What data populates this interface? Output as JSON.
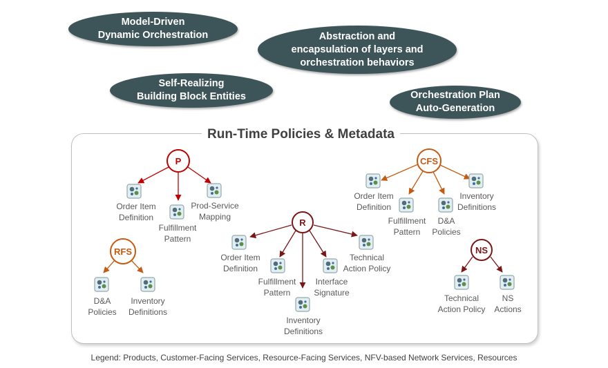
{
  "pills": [
    {
      "id": "model-driven",
      "lines": [
        "Model-Driven",
        "Dynamic Orchestration"
      ]
    },
    {
      "id": "abstraction",
      "lines": [
        "Abstraction and",
        "encapsulation of layers and",
        "orchestration behaviors"
      ]
    },
    {
      "id": "self-realizing",
      "lines": [
        "Self-Realizing",
        "Building Block Entities"
      ]
    },
    {
      "id": "orchestration-plan",
      "lines": [
        "Orchestration Plan",
        "Auto-Generation"
      ]
    }
  ],
  "frame_title": "Run-Time Policies & Metadata",
  "trees": [
    {
      "id": "p",
      "label": "P",
      "color": "#c00000",
      "children": [
        {
          "id": "order-item-definition",
          "lines": [
            "Order Item",
            "Definition"
          ]
        },
        {
          "id": "fulfillment-pattern",
          "lines": [
            "Fulfillment",
            "Pattern"
          ]
        },
        {
          "id": "prod-service-mapping",
          "lines": [
            "Prod-Service",
            "Mapping"
          ]
        }
      ]
    },
    {
      "id": "cfs",
      "label": "CFS",
      "color": "#c55a11",
      "children": [
        {
          "id": "order-item-definition",
          "lines": [
            "Order Item",
            "Definition"
          ]
        },
        {
          "id": "fulfillment-pattern",
          "lines": [
            "Fulfillment",
            "Pattern"
          ]
        },
        {
          "id": "da-policies",
          "lines": [
            "D&A",
            "Policies"
          ]
        },
        {
          "id": "inventory-definitions",
          "lines": [
            "Inventory",
            "Definitions"
          ]
        }
      ]
    },
    {
      "id": "rfs",
      "label": "RFS",
      "color": "#c55a11",
      "children": [
        {
          "id": "da-policies",
          "lines": [
            "D&A",
            "Policies"
          ]
        },
        {
          "id": "inventory-definitions",
          "lines": [
            "Inventory",
            "Definitions"
          ]
        }
      ]
    },
    {
      "id": "r",
      "label": "R",
      "color": "#7b1616",
      "children": [
        {
          "id": "order-item-definition",
          "lines": [
            "Order Item",
            "Definition"
          ]
        },
        {
          "id": "fulfillment-pattern",
          "lines": [
            "Fulfillment",
            "Pattern"
          ]
        },
        {
          "id": "inventory-definitions",
          "lines": [
            "Inventory",
            "Definitions"
          ]
        },
        {
          "id": "interface-signature",
          "lines": [
            "Interface",
            "Signature"
          ]
        },
        {
          "id": "technical-action-policy",
          "lines": [
            "Technical",
            "Action Policy"
          ]
        }
      ]
    },
    {
      "id": "ns",
      "label": "NS",
      "color": "#7b1616",
      "children": [
        {
          "id": "technical-action-policy",
          "lines": [
            "Technical",
            "Action Policy"
          ]
        },
        {
          "id": "ns-actions",
          "lines": [
            "NS",
            "Actions"
          ]
        }
      ]
    }
  ],
  "legend": "Legend: Products, Customer-Facing Services, Resource-Facing Services, NFV-based Network Services, Resources"
}
